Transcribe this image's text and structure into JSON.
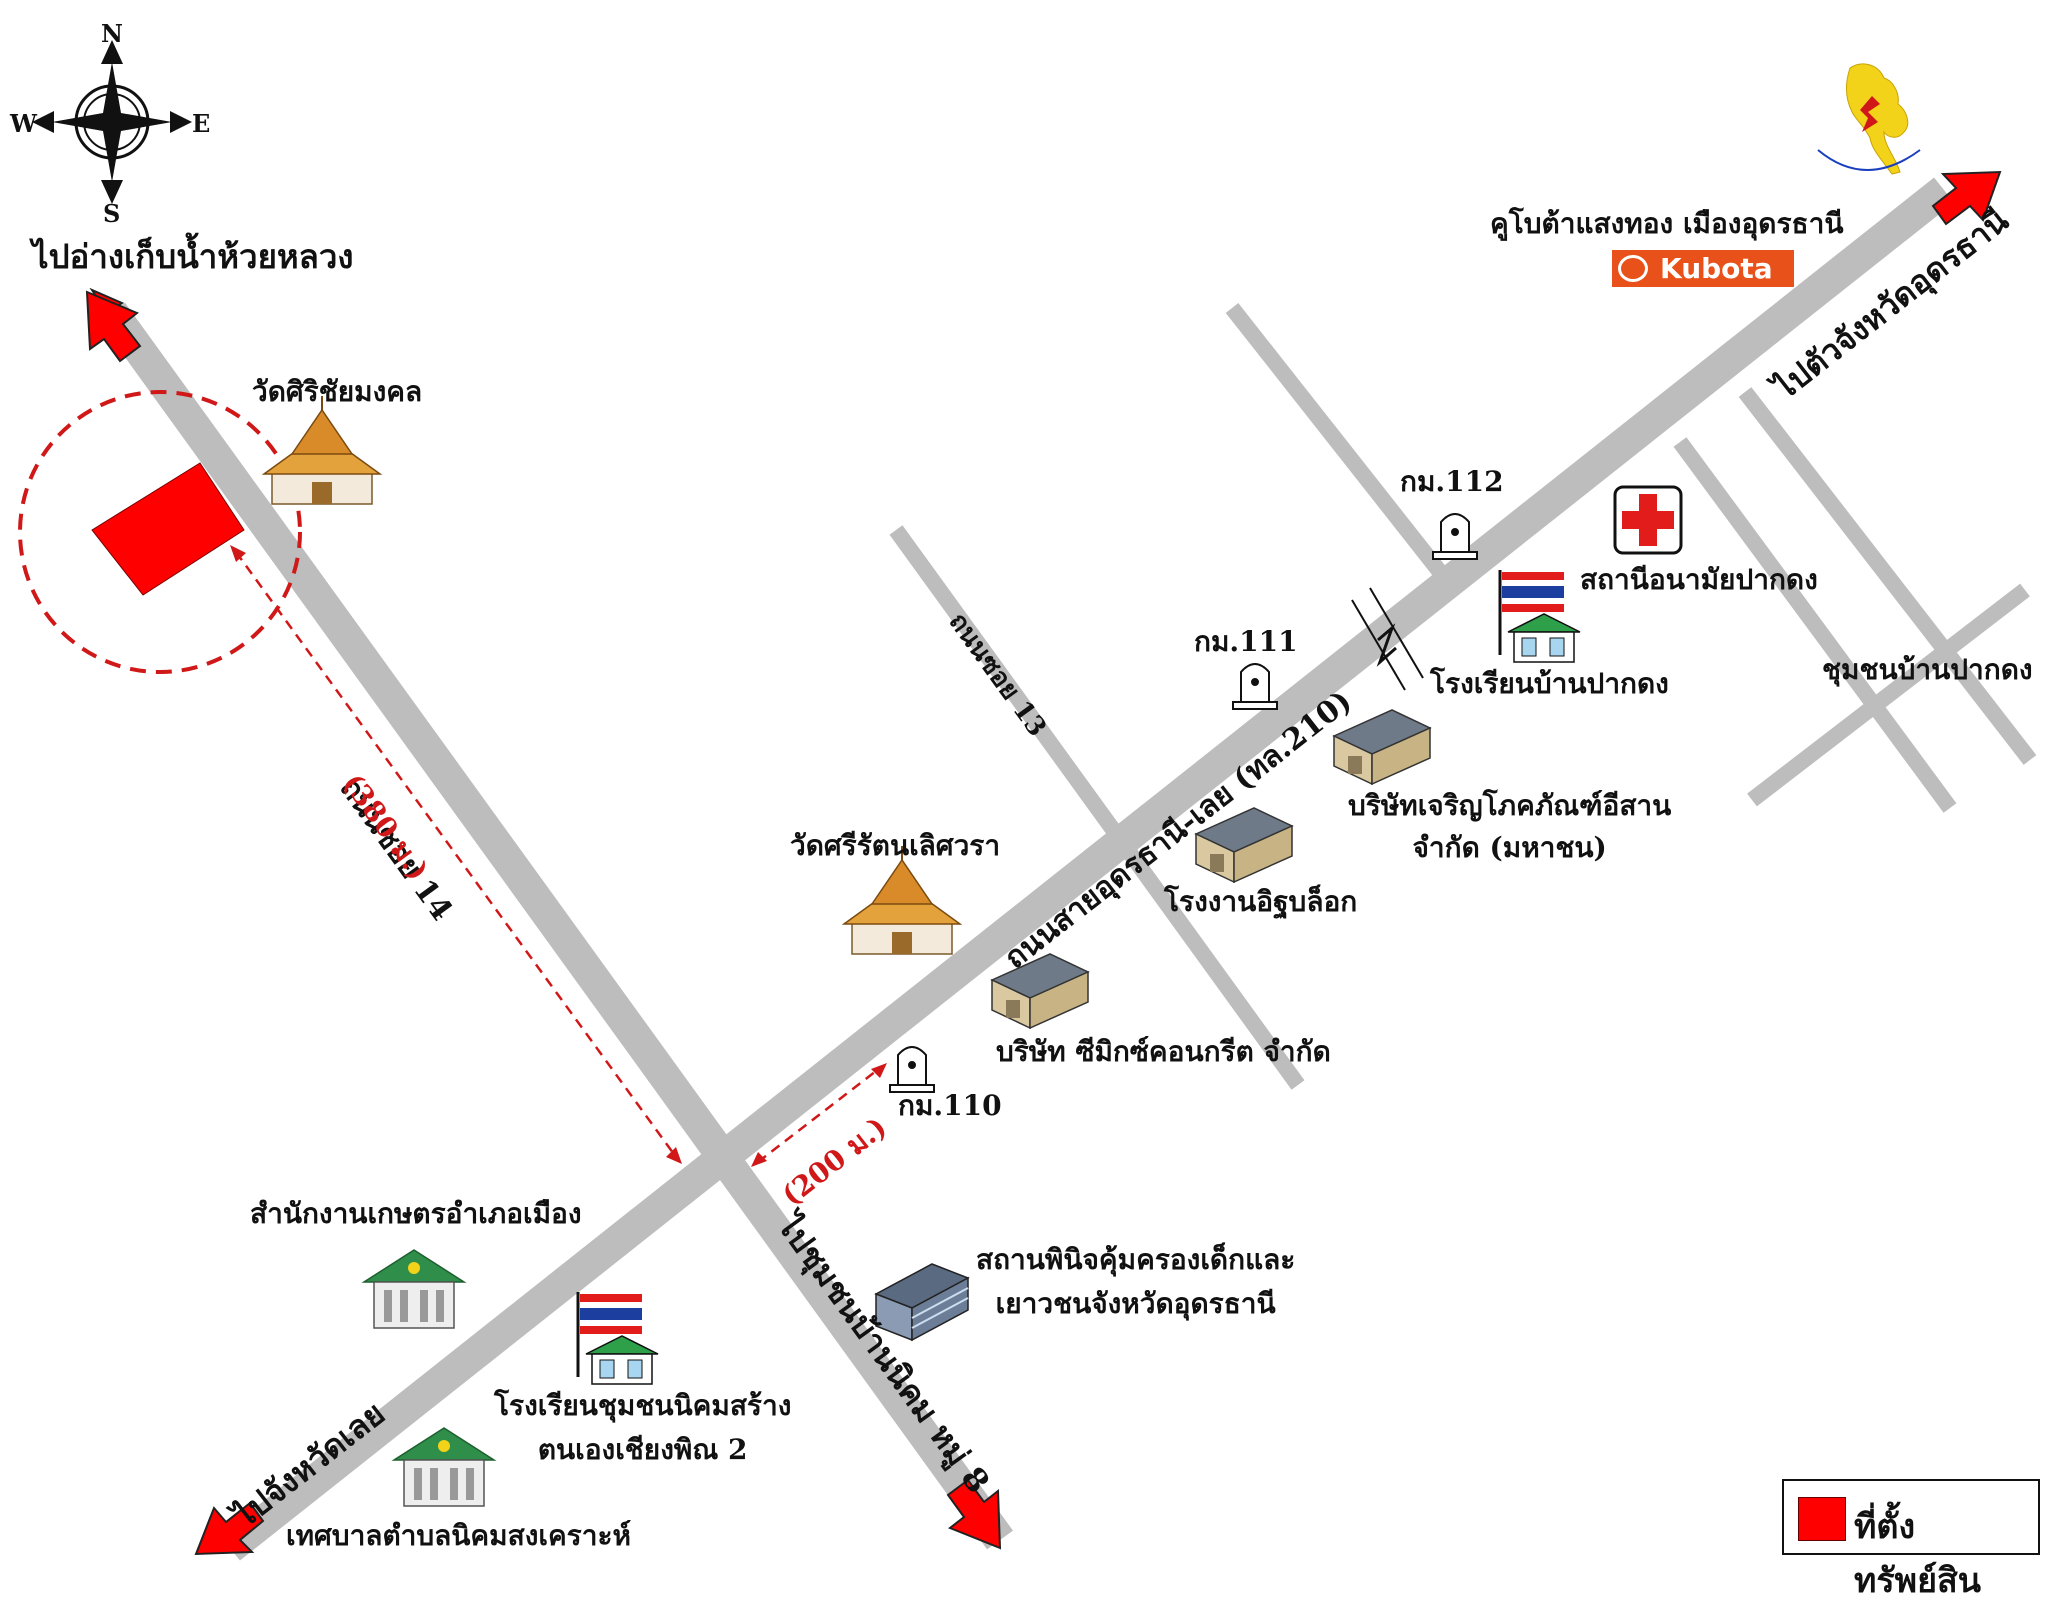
{
  "compass": {
    "north": "N",
    "south": "S",
    "east": "E",
    "west": "W"
  },
  "labels": {
    "to_reservoir": "ไปอ่างเก็บน้ำห้วยหลวง",
    "wat_siri": "วัดศิริชัยมงคล",
    "road_soi14": "ถนนซอย 14",
    "dist_380": "(380 ม.)",
    "road_soi13": "ถนนซอย 13",
    "wat_sri": "วัดศรีรัตนเลิศวรา",
    "main_road": "ถนนสายอุดรธานี-เลย (ทล.210)",
    "to_udon": "ไปตัวจังหวัดอุดรธานี",
    "kubota_dealer": "คูโบต้าแสงทอง เมืองอุดรธานี",
    "kubota_logo": "Kubota",
    "km112": "กม.112",
    "km111": "กม.111",
    "km110": "กม.110",
    "health_station": "สถานีอนามัยปากดง",
    "school_pakdong": "โรงเรียนบ้านปากดง",
    "community_pakdong": "ชุมชนบ้านปากดง",
    "company_charoen_1": "บริษัทเจริญโภคภัณฑ์อีสาน",
    "company_charoen_2": "จำกัด (มหาชน)",
    "factory_brick": "โรงงานอิฐบล็อก",
    "company_cmix": "บริษัท ซีมิกซ์คอนกรีต จำกัด",
    "dist_200": "(200 ม.)",
    "agri_office": "สำนักงานเกษตรอำเภอเมือง",
    "juvenile_1": "สถานพินิจคุ้มครองเด็กและ",
    "juvenile_2": "เยาวชนจังหวัดอุดรธานี",
    "to_nikhom": "ไปชุมชนบ้านนิคม หมู่ 8",
    "school_nikhom_1": "โรงเรียนชุมชนนิคมสร้าง",
    "school_nikhom_2": "ตนเองเชียงพิณ 2",
    "to_loei": "ไปจังหวัดเลย",
    "municipality": "เทศบาลตำบลนิคมสงเคราะห์"
  },
  "legend": {
    "label": "ที่ตั้งทรัพย์สิน",
    "color": "#ff0000"
  },
  "colors": {
    "road": "#bdbdbd",
    "arrow": "#ff0000",
    "distance": "#d01818",
    "property": "#ff0000"
  },
  "icons": [
    "compass-rose-icon",
    "temple-icon",
    "hospital-cross-icon",
    "thai-flag-icon",
    "school-icon",
    "warehouse-icon",
    "km-marker-icon",
    "government-building-icon",
    "office-building-icon",
    "thailand-map-logo-icon",
    "kubota-logo-icon",
    "road-break-icon"
  ]
}
